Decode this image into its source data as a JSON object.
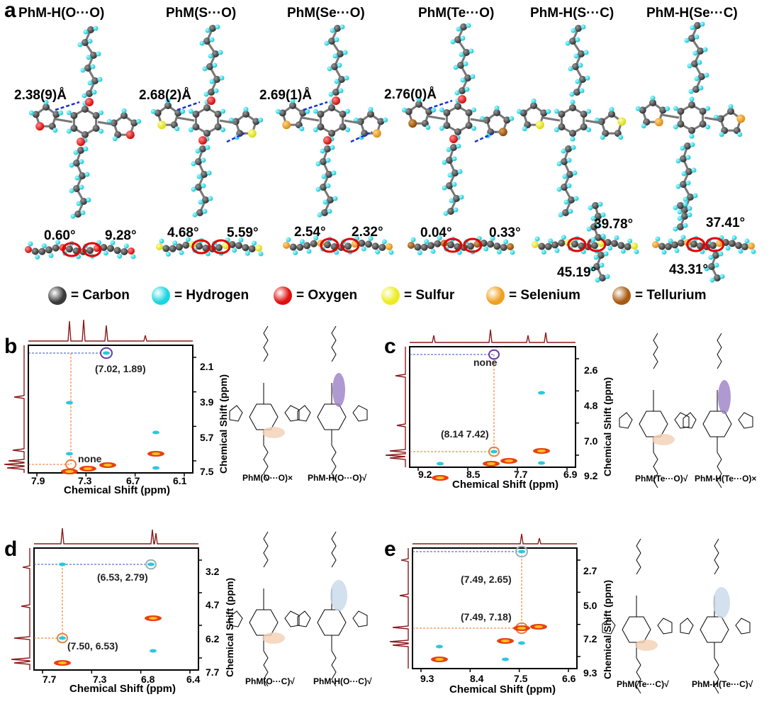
{
  "panel_a": {
    "letter": "a",
    "titles": [
      "PhM-H(O···O)",
      "PhM(S···O)",
      "PhM(Se···O)",
      "PhM(Te···O)",
      "PhM-H(S···C)",
      "PhM-H(Se···C)"
    ],
    "distances": [
      "2.38(9)Å",
      "2.68(2)Å",
      "2.69(1)Å",
      "2.76(0)Å"
    ],
    "angles": {
      "m1_left": "0.60°",
      "m1_right": "9.28°",
      "m2_left": "4.68°",
      "m2_right": "5.59°",
      "m3_left": "2.54°",
      "m3_right": "2.32°",
      "m4_left": "0.04°",
      "m4_right": "0.33°",
      "m5_top": "39.78°",
      "m5_bottom": "45.19°",
      "m6_top": "37.41°",
      "m6_bottom": "43.31°"
    },
    "legend": [
      {
        "label": "= Carbon",
        "color": "#3a3a3a"
      },
      {
        "label": "= Hydrogen",
        "color": "#1ad6e0"
      },
      {
        "label": "= Oxygen",
        "color": "#e01010"
      },
      {
        "label": "= Sulfur",
        "color": "#ecec20"
      },
      {
        "label": "= Selenium",
        "color": "#f0a020"
      },
      {
        "label": "= Tellurium",
        "color": "#a85a10"
      }
    ]
  },
  "panel_b": {
    "letter": "b",
    "xticks": [
      "7.9",
      "7.3",
      "6.7",
      "6.1"
    ],
    "yticks": [
      "2.1",
      "3.9",
      "5.7",
      "7.5"
    ],
    "xlabel": "Chemical Shift (ppm)",
    "ylabel": "Chemical Shift (ppm)",
    "annot_top": "(7.02, 1.89)",
    "annot_bottom": "none",
    "caption_left": "PhM(O···O)×",
    "caption_right": "PhM-H(O···O)√"
  },
  "panel_c": {
    "letter": "c",
    "xticks": [
      "9.2",
      "8.5",
      "7.7",
      "6.9"
    ],
    "yticks": [
      "2.6",
      "4.8",
      "7.0",
      "9.2"
    ],
    "xlabel": "Chemical Shift (ppm)",
    "ylabel": "Chemical Shift (ppm)",
    "annot_top": "none",
    "annot_bottom": "(8.14 7.42)",
    "caption_left": "PhM(Te···O)√",
    "caption_right": "PhM-H(Te···O)×"
  },
  "panel_d": {
    "letter": "d",
    "xticks": [
      "7.7",
      "7.3",
      "6.8",
      "6.4"
    ],
    "yticks": [
      "3.2",
      "4.7",
      "6.2",
      "7.7"
    ],
    "xlabel": "Chemical Shift (ppm)",
    "ylabel": "Chemical Shift (ppm)",
    "annot_top": "(6.53, 2.79)",
    "annot_bottom": "(7.50, 6.53)",
    "caption_left": "PhM(O···C)√",
    "caption_right": "PhM-H(O···C)√"
  },
  "panel_e": {
    "letter": "e",
    "xticks": [
      "9.3",
      "8.4",
      "7.5",
      "6.6"
    ],
    "yticks": [
      "2.7",
      "5.0",
      "7.2",
      "9.3"
    ],
    "xlabel": "Chemical Shift (ppm)",
    "ylabel": "Chemical Shift (ppm)",
    "annot_top": "(7.49, 2.65)",
    "annot_bottom": "(7.49, 7.18)",
    "caption_left": "PhM(Te···C)√",
    "caption_right": "PhM-H(Te···C)√"
  },
  "colors": {
    "spectrum": "#8b1a1a",
    "orange_guide": "#e87020",
    "blue_guide": "#3050c0",
    "purple_circle": "#6a3aa8",
    "orange_circle": "#e8803a",
    "gray_circle": "#9ab0b8",
    "peach_highlight": "#f3cfb4",
    "lilac_highlight": "#9b7fc4",
    "lightblue_highlight": "#c8d8e8"
  }
}
